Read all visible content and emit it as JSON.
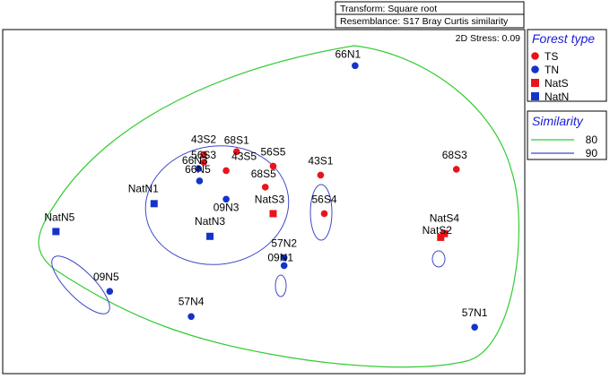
{
  "chart_data": {
    "type": "scatter",
    "title": "",
    "xlabel": "",
    "ylabel": "",
    "header": {
      "transform": "Transform: Square root",
      "resemblance": "Resemblance: S17 Bray Curtis similarity"
    },
    "stress": "2D Stress: 0.09",
    "legend_forest": {
      "title": "Forest type",
      "entries": [
        {
          "name": "TS",
          "shape": "circle",
          "color": "#e8141b"
        },
        {
          "name": "TN",
          "shape": "circle",
          "color": "#1533c8"
        },
        {
          "name": "NatS",
          "shape": "square",
          "color": "#e8141b"
        },
        {
          "name": "NatN",
          "shape": "square",
          "color": "#1533c8"
        }
      ]
    },
    "legend_similarity": {
      "title": "Similarity",
      "entries": [
        {
          "name": "80",
          "color": "#33cc33"
        },
        {
          "name": "90",
          "color": "#3f49c8"
        }
      ]
    },
    "colors": {
      "red": "#e8141b",
      "blue": "#1533c8",
      "green": "#33cc33",
      "blue_line": "#3f49c8",
      "title_blue": "#1a1ad6"
    },
    "points": [
      {
        "label": "66N1",
        "type": "TN",
        "x": 0.675,
        "y": 0.895
      },
      {
        "label": "43S2",
        "type": "TS",
        "x": 0.385,
        "y": 0.637
      },
      {
        "label": "56S3",
        "type": "TS",
        "x": 0.385,
        "y": 0.614
      },
      {
        "label": "68S1",
        "type": "TS",
        "x": 0.448,
        "y": 0.645
      },
      {
        "label": "43S5",
        "type": "TS",
        "x": 0.428,
        "y": 0.59
      },
      {
        "label": "66N3",
        "type": "TN",
        "x": 0.375,
        "y": 0.596
      },
      {
        "label": "66N5",
        "type": "TN",
        "x": 0.377,
        "y": 0.56
      },
      {
        "label": "56S5",
        "type": "TS",
        "x": 0.518,
        "y": 0.603
      },
      {
        "label": "68S5",
        "type": "TS",
        "x": 0.503,
        "y": 0.542
      },
      {
        "label": "09N3",
        "type": "TN",
        "x": 0.428,
        "y": 0.507
      },
      {
        "label": "NatS3",
        "type": "NatS",
        "x": 0.518,
        "y": 0.465
      },
      {
        "label": "NatN1",
        "type": "NatN",
        "x": 0.29,
        "y": 0.494
      },
      {
        "label": "NatN3",
        "type": "NatN",
        "x": 0.397,
        "y": 0.399
      },
      {
        "label": "43S1",
        "type": "TS",
        "x": 0.609,
        "y": 0.577
      },
      {
        "label": "56S4",
        "type": "TS",
        "x": 0.616,
        "y": 0.465
      },
      {
        "label": "68S3",
        "type": "TS",
        "x": 0.869,
        "y": 0.594
      },
      {
        "label": "NatS4",
        "type": "NatS",
        "x": 0.846,
        "y": 0.407
      },
      {
        "label": "NatS2",
        "type": "NatS",
        "x": 0.839,
        "y": 0.396
      },
      {
        "label": "57N2",
        "type": "TN",
        "x": 0.539,
        "y": 0.337
      },
      {
        "label": "09N1",
        "type": "TN",
        "x": 0.539,
        "y": 0.314
      },
      {
        "label": "NatN5",
        "type": "NatN",
        "x": 0.102,
        "y": 0.413
      },
      {
        "label": "09N5",
        "type": "TN",
        "x": 0.205,
        "y": 0.239
      },
      {
        "label": "57N4",
        "type": "TN",
        "x": 0.361,
        "y": 0.166
      },
      {
        "label": "57N1",
        "type": "TN",
        "x": 0.904,
        "y": 0.135
      }
    ],
    "legend_position": "right"
  }
}
